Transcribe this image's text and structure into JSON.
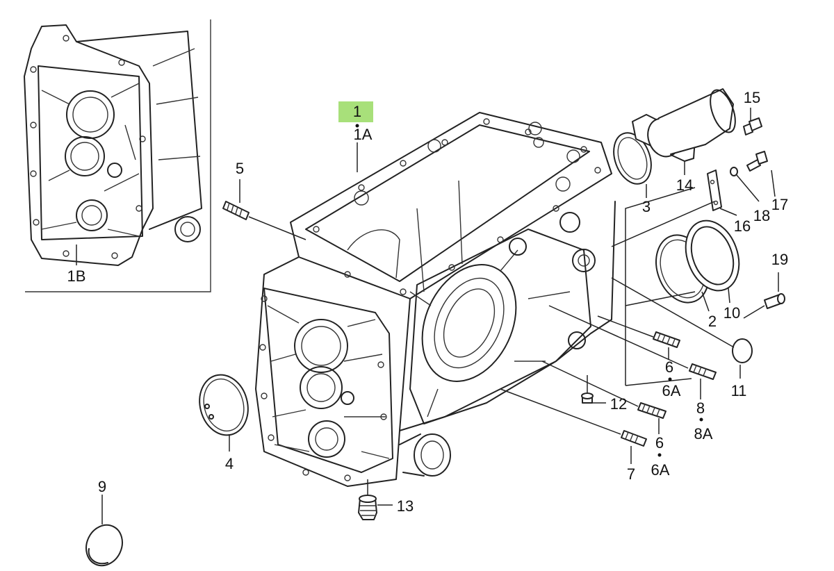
{
  "highlight_color": "#a8e07a",
  "labels": {
    "l1": "1",
    "l1a": "1A",
    "l1b": "1B",
    "l2": "2",
    "l3": "3",
    "l4": "4",
    "l5": "5",
    "l6a_num": "6",
    "l6a_sub": "6A",
    "l6b_num": "6",
    "l6b_sub": "6A",
    "l7": "7",
    "l8_num": "8",
    "l8_sub": "8A",
    "l9": "9",
    "l10": "10",
    "l11": "11",
    "l12": "12",
    "l13": "13",
    "l14": "14",
    "l15": "15",
    "l16": "16",
    "l17": "17",
    "l18": "18",
    "l19": "19"
  }
}
